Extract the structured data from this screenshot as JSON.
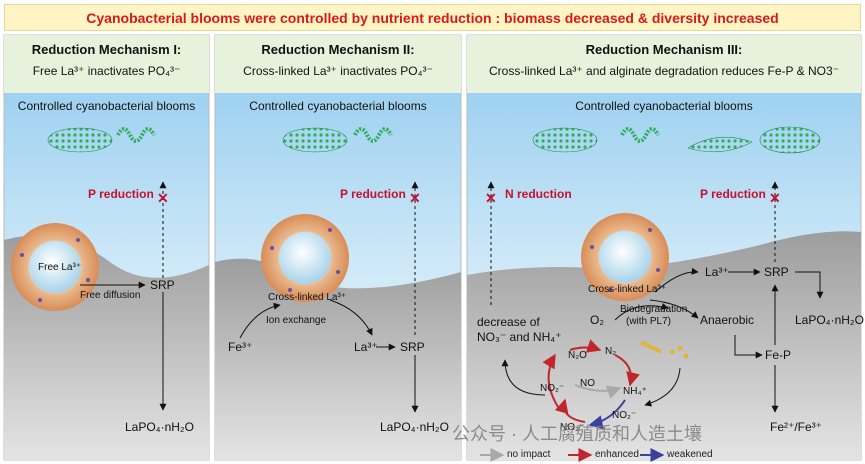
{
  "banner": "Cyanobacterial blooms were controlled by nutrient reduction : biomass decreased & diversity increased",
  "panels": [
    {
      "title": "Reduction Mechanism I:",
      "subtitle": "Free La³⁺ inactivates PO₄³⁻",
      "blooms": "Controlled cyanobacterial blooms",
      "p_reduction": "P reduction",
      "bead_label": "Free La³⁺",
      "free_diffusion": "Free diffusion",
      "srp": "SRP",
      "product": "LaPO₄·nH₂O"
    },
    {
      "title": "Reduction Mechanism II:",
      "subtitle": "Cross-linked La³⁺ inactivates PO₄³⁻",
      "blooms": "Controlled cyanobacterial blooms",
      "p_reduction": "P reduction",
      "bead_label": "Cross-linked La³⁺",
      "ion_exchange": "Ion exchange",
      "fe": "Fe³⁺",
      "la": "La³⁺",
      "srp": "SRP",
      "product": "LaPO₄·nH₂O"
    },
    {
      "title": "Reduction Mechanism III:",
      "subtitle": "Cross-linked La³⁺ and alginate degradation reduces Fe-P & NO3⁻",
      "blooms": "Controlled cyanobacterial blooms",
      "n_reduction": "N reduction",
      "p_reduction": "P reduction",
      "bead_label": "Cross-linked La³⁺",
      "la": "La³⁺",
      "srp": "SRP",
      "o2": "O₂",
      "biodegradation": "Biodegradation",
      "with_pl7": "(with PL7)",
      "anaerobic": "Anaerobic",
      "fep": "Fe-P",
      "product": "LaPO₄·nH₂O",
      "fe_end": "Fe²⁺/Fe³⁺",
      "decrease_line1": "decrease of",
      "decrease_line2": "NO₃⁻ and NH₄⁺",
      "n2o": "N₂O",
      "n2": "N₂",
      "no2": "NO₂⁻",
      "nh4": "NH₄⁺",
      "no3": "NO₃⁻",
      "no2b": "NO₂⁻",
      "no": "NO"
    }
  ],
  "legend": {
    "no_impact": "no impact",
    "enhanced": "enhanced",
    "weakened": "weakened"
  },
  "watermark": "公众号 · 人工腐殖质和人造土壤",
  "colors": {
    "banner_text": "#d7191c",
    "header_bg": "#e6f2dc",
    "water_top": "#8fc9ee",
    "sediment": "#9a9a9a",
    "red": "#c8102e",
    "enhanced": "#c0272d",
    "weakened": "#3b3fa0",
    "no_impact": "#a8a8a8"
  }
}
